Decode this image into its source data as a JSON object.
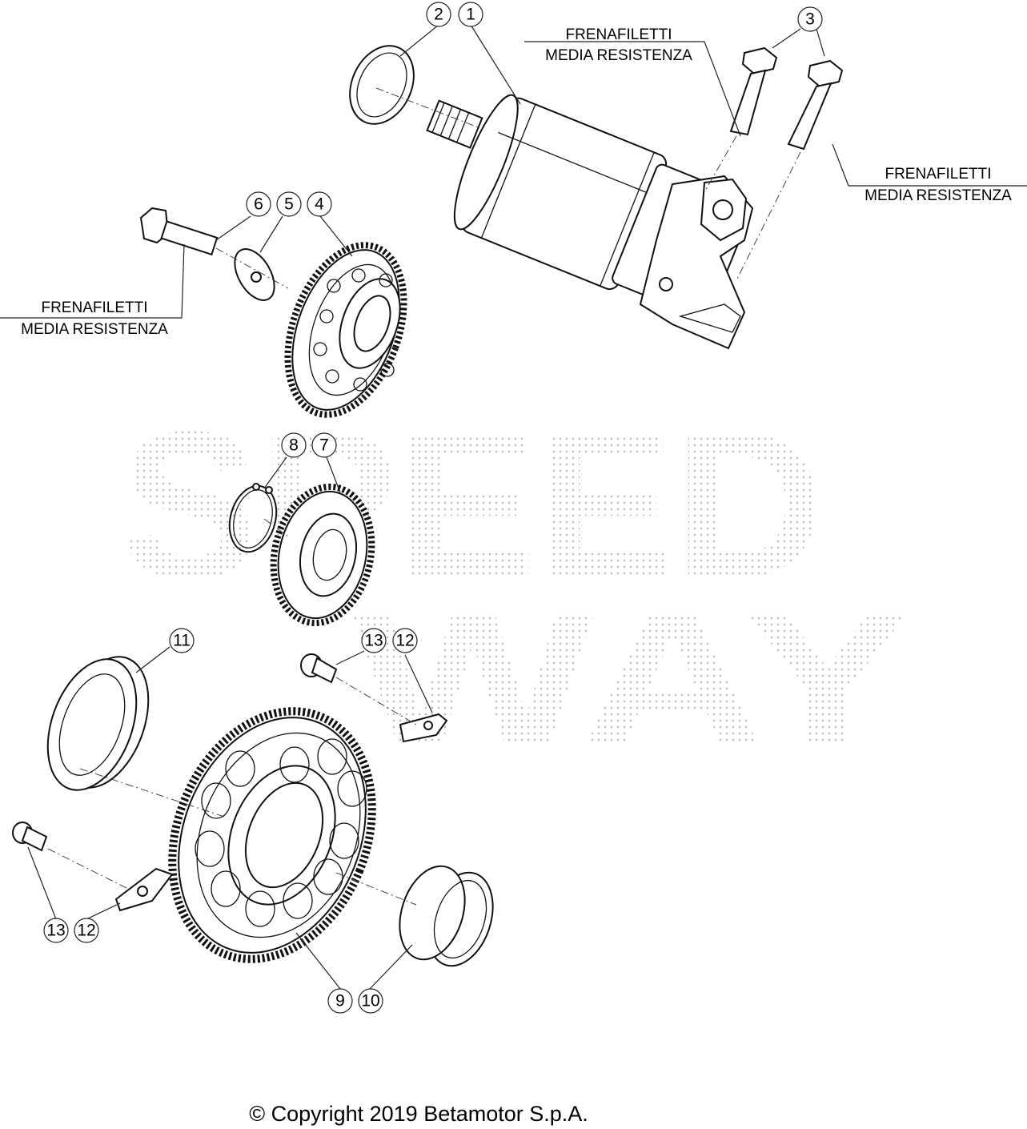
{
  "callouts": {
    "c1": "1",
    "c2": "2",
    "c3": "3",
    "c4": "4",
    "c5": "5",
    "c6": "6",
    "c7": "7",
    "c8": "8",
    "c9": "9",
    "c10": "10",
    "c11": "11",
    "c12a": "12",
    "c13a": "13",
    "c12b": "12",
    "c13b": "13"
  },
  "notes": {
    "top": {
      "line1": "FRENAFILETTI",
      "line2": "MEDIA RESISTENZA"
    },
    "right": {
      "line1": "FRENAFILETTI",
      "line2": "MEDIA RESISTENZA"
    },
    "left": {
      "line1": "FRENAFILETTI",
      "line2": "MEDIA RESISTENZA"
    }
  },
  "watermark": {
    "word1": "SPEED",
    "word2": "WAY"
  },
  "footer": {
    "copyright": "© Copyright 2019 Betamotor S.p.A."
  }
}
